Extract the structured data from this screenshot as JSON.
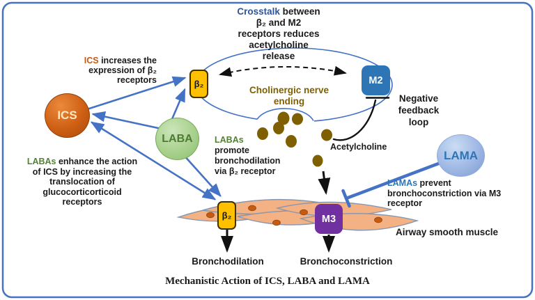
{
  "title": "Mechanistic Action of ICS, LABA and LAMA",
  "header": {
    "lead": "Crosstalk",
    "line1": " between",
    "lines": [
      "β₂ and M2",
      "receptors reduces",
      "acetylcholine",
      "release"
    ]
  },
  "drugs": {
    "ics": "ICS",
    "laba": "LABA",
    "lama": "LAMA"
  },
  "receptors": {
    "beta2": "β₂",
    "m2": "M2",
    "m3": "M3"
  },
  "outcomes": {
    "bronchodilation": "Bronchodilation",
    "bronchoconstriction": "Bronchoconstriction"
  },
  "notes": {
    "ics": {
      "lead": "ICS",
      "line1": " increases the",
      "lines": [
        "expression of β₂",
        "receptors"
      ]
    },
    "labas_enhance": {
      "lead": "LABAs",
      "line1": " enhance the action",
      "lines": [
        "of ICS by increasing the",
        "translocation of",
        "glucocorticorticoid",
        "receptors"
      ]
    },
    "labas_promote": {
      "lead": "LABAs",
      "lines": [
        "promote",
        "bronchodilation",
        "via β₂ receptor"
      ]
    },
    "lamas_prevent": {
      "lead": "LAMAs",
      "line1": " prevent",
      "lines": [
        "bronchoconstriction via M3",
        "receptor"
      ]
    },
    "cholinergic": {
      "lines": [
        "Cholinergic nerve",
        "ending"
      ]
    },
    "negative_feedback": {
      "lines": [
        "Negative",
        "feedback",
        "loop"
      ]
    },
    "acetylcholine": {
      "label": "Acetylcholine"
    },
    "airway": {
      "label": "Airway smooth muscle"
    }
  },
  "colors": {
    "frame_blue": "#4472C4",
    "arrow_blue": "#4472C4",
    "crosstalk_text": "#2F5597",
    "ics_orange": "#C55A11",
    "laba_green": "#538135",
    "lama_blue": "#2E75B6",
    "beta2_yellow": "#FFC000",
    "m2_blue": "#2E75B6",
    "m3_purple": "#7030A0",
    "vesicle_olive": "#7F6000",
    "cholinergic_text": "#7F6000",
    "muscle_fill": "#F4B183",
    "muscle_outline": "#8496B0",
    "nucleus_orange": "#C55A11",
    "text_black": "#1A1A1A"
  }
}
